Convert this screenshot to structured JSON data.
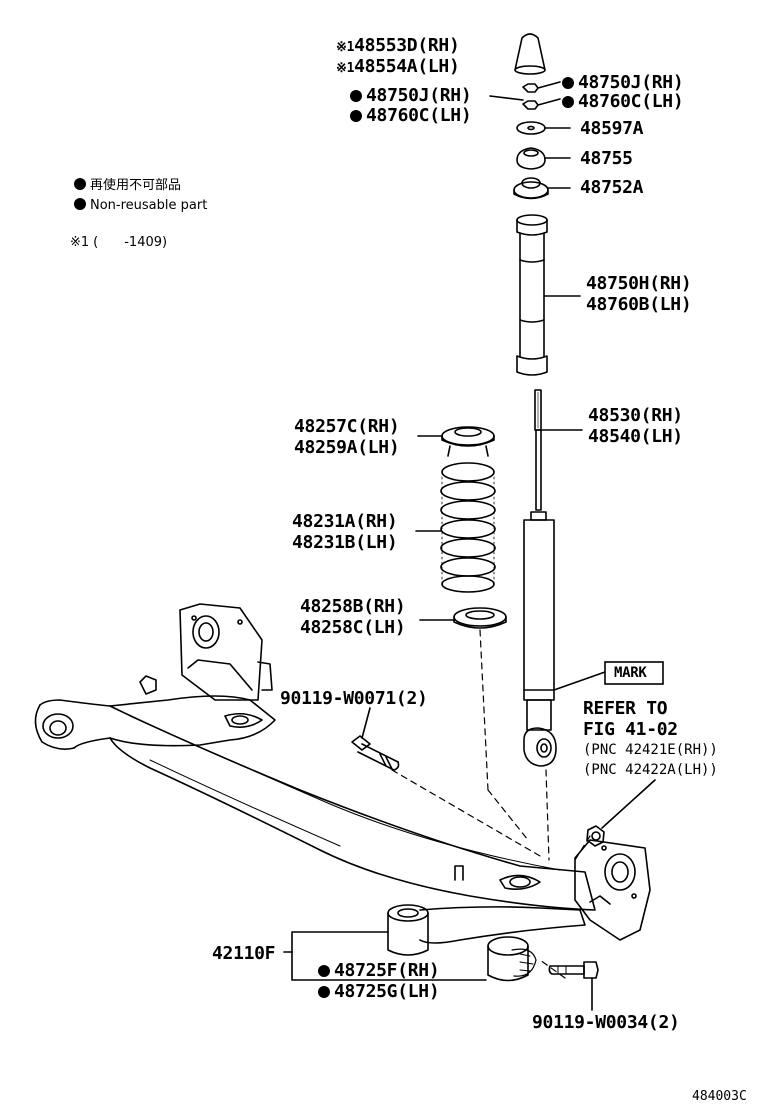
{
  "legend": {
    "jp_note": "再使用不可部品",
    "en_note": "Non-reusable part",
    "footnote_mark": "※1",
    "footnote_text": "(　　-1409)"
  },
  "parts": {
    "bump_stopper_cover_rh": "48553D(RH)",
    "bump_stopper_cover_lh": "48554A(LH)",
    "nut_left_rh": "48750J(RH)",
    "nut_left_lh": "48760C(LH)",
    "nut_right_rh": "48750J(RH)",
    "nut_right_lh": "48760C(LH)",
    "washer": "48597A",
    "cushion": "48755",
    "support": "48752A",
    "dust_cover_rh": "48750H(RH)",
    "dust_cover_lh": "48760B(LH)",
    "absorber_rh": "48530(RH)",
    "absorber_lh": "48540(LH)",
    "upper_insulator_rh": "48257C(RH)",
    "upper_insulator_lh": "48259A(LH)",
    "coil_spring_rh": "48231A(RH)",
    "coil_spring_lh": "48231B(LH)",
    "lower_insulator_rh": "48258B(RH)",
    "lower_insulator_lh": "48258C(LH)",
    "bolt_upper": "90119-W0071(2)",
    "mark": "MARK",
    "refer_to": "REFER TO",
    "fig_ref": "FIG 41-02",
    "pnc_rh": "(PNC 42421E(RH))",
    "pnc_lh": "(PNC 42422A(LH))",
    "beam": "42110F",
    "bushing_rh": "48725F(RH)",
    "bushing_lh": "48725G(LH)",
    "bolt_lower": "90119-W0034(2)",
    "diagram_id": "484003C"
  },
  "marks": {
    "asterisk": "※1"
  }
}
